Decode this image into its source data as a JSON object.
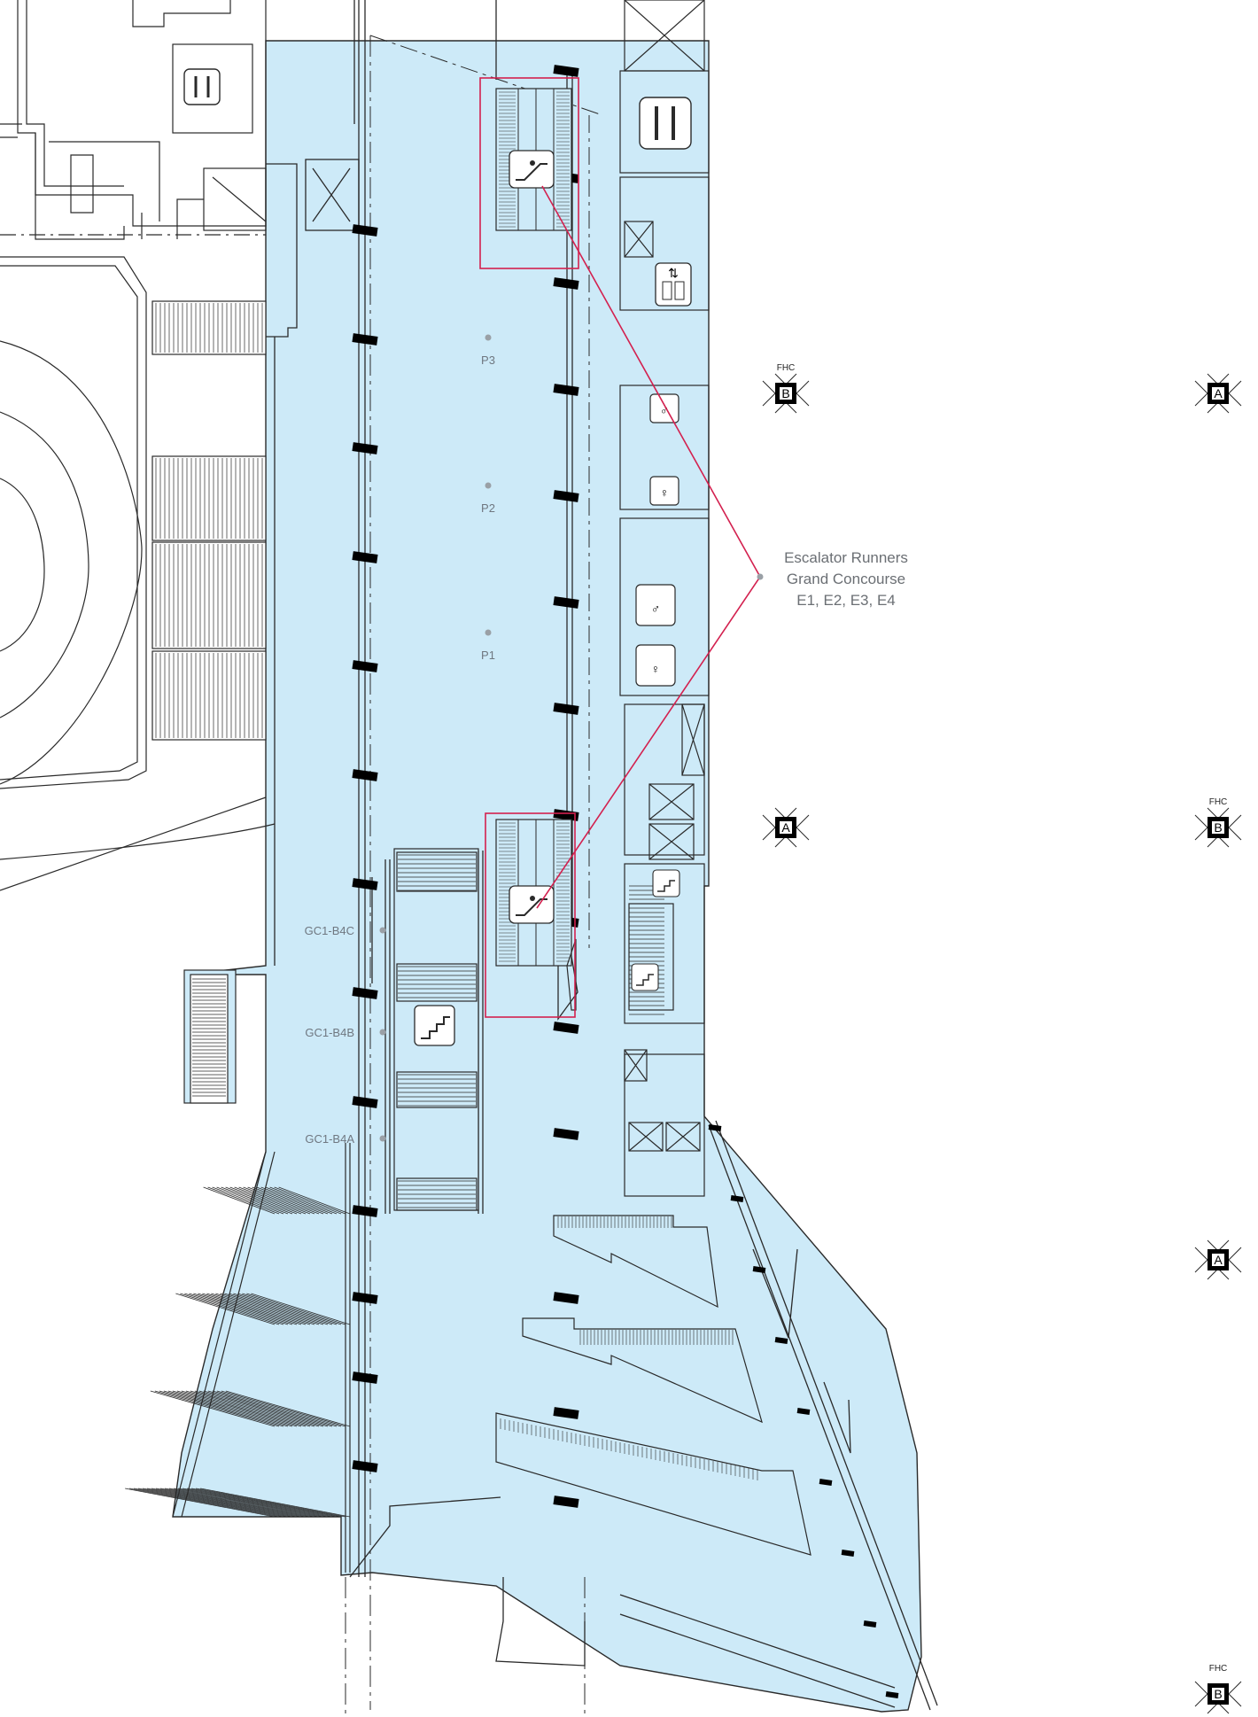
{
  "colors": {
    "area_fill": "#cdeaf8",
    "highlight_box": "#d3214f",
    "wall": "#2a2a2a",
    "column": "#000000",
    "label_grey": "#6f7780"
  },
  "callout": {
    "line1": "Escalator Runners",
    "line2": "Grand Concourse",
    "line3": "E1, E2, E3, E4"
  },
  "points": [
    {
      "id": "p3",
      "label": "P3"
    },
    {
      "id": "p2",
      "label": "P2"
    },
    {
      "id": "p1",
      "label": "P1"
    }
  ],
  "gates": [
    {
      "id": "gc1-b4c",
      "label": "GC1-B4C"
    },
    {
      "id": "gc1-b4b",
      "label": "GC1-B4B"
    },
    {
      "id": "gc1-b4a",
      "label": "GC1-B4A"
    }
  ],
  "hydrants": [
    {
      "letter": "B",
      "fhc": "FHC"
    },
    {
      "letter": "A",
      "fhc": ""
    },
    {
      "letter": "A",
      "fhc": ""
    },
    {
      "letter": "B",
      "fhc": "FHC"
    },
    {
      "letter": "A",
      "fhc": ""
    },
    {
      "letter": "B",
      "fhc": "FHC"
    }
  ],
  "icons": [
    "restaurant-icon",
    "elevator-icon",
    "escalator-icon",
    "stairs-icon",
    "restroom-male-icon",
    "restroom-female-icon",
    "person-icon"
  ]
}
